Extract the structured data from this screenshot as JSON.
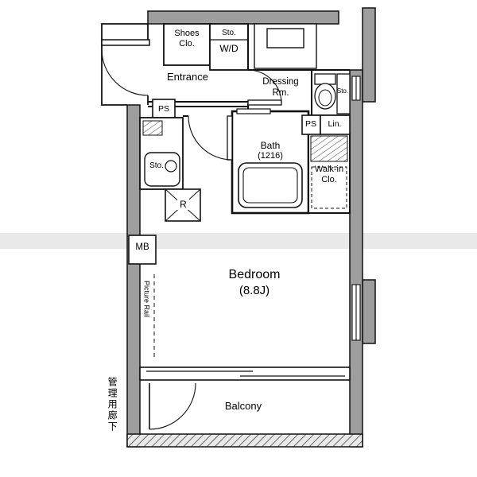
{
  "labels": {
    "shoes_closet": [
      "Shoes",
      "Clo."
    ],
    "storage_wd": [
      "Sto.",
      "W/D"
    ],
    "entrance": "Entrance",
    "dressing_room": [
      "Dressing",
      "Rm."
    ],
    "toilet_storage": "Sto.",
    "pipe_space_left": "PS",
    "pipe_space_right": "PS",
    "linen": "Lin.",
    "bath": [
      "Bath",
      "(1216)"
    ],
    "walk_in_closet": [
      "Walk-in",
      "Clo."
    ],
    "kitchen_storage": "Sto.",
    "range": "R",
    "meter_box": "MB",
    "bedroom": [
      "Bedroom",
      "(8.8J)"
    ],
    "picture_rail": "Picture Rail",
    "balcony": "Balcony",
    "corridor": "管理用廊下"
  },
  "colors": {
    "wall_fill": "#9e9e9e",
    "line": "#111111",
    "background": "#ffffff"
  }
}
